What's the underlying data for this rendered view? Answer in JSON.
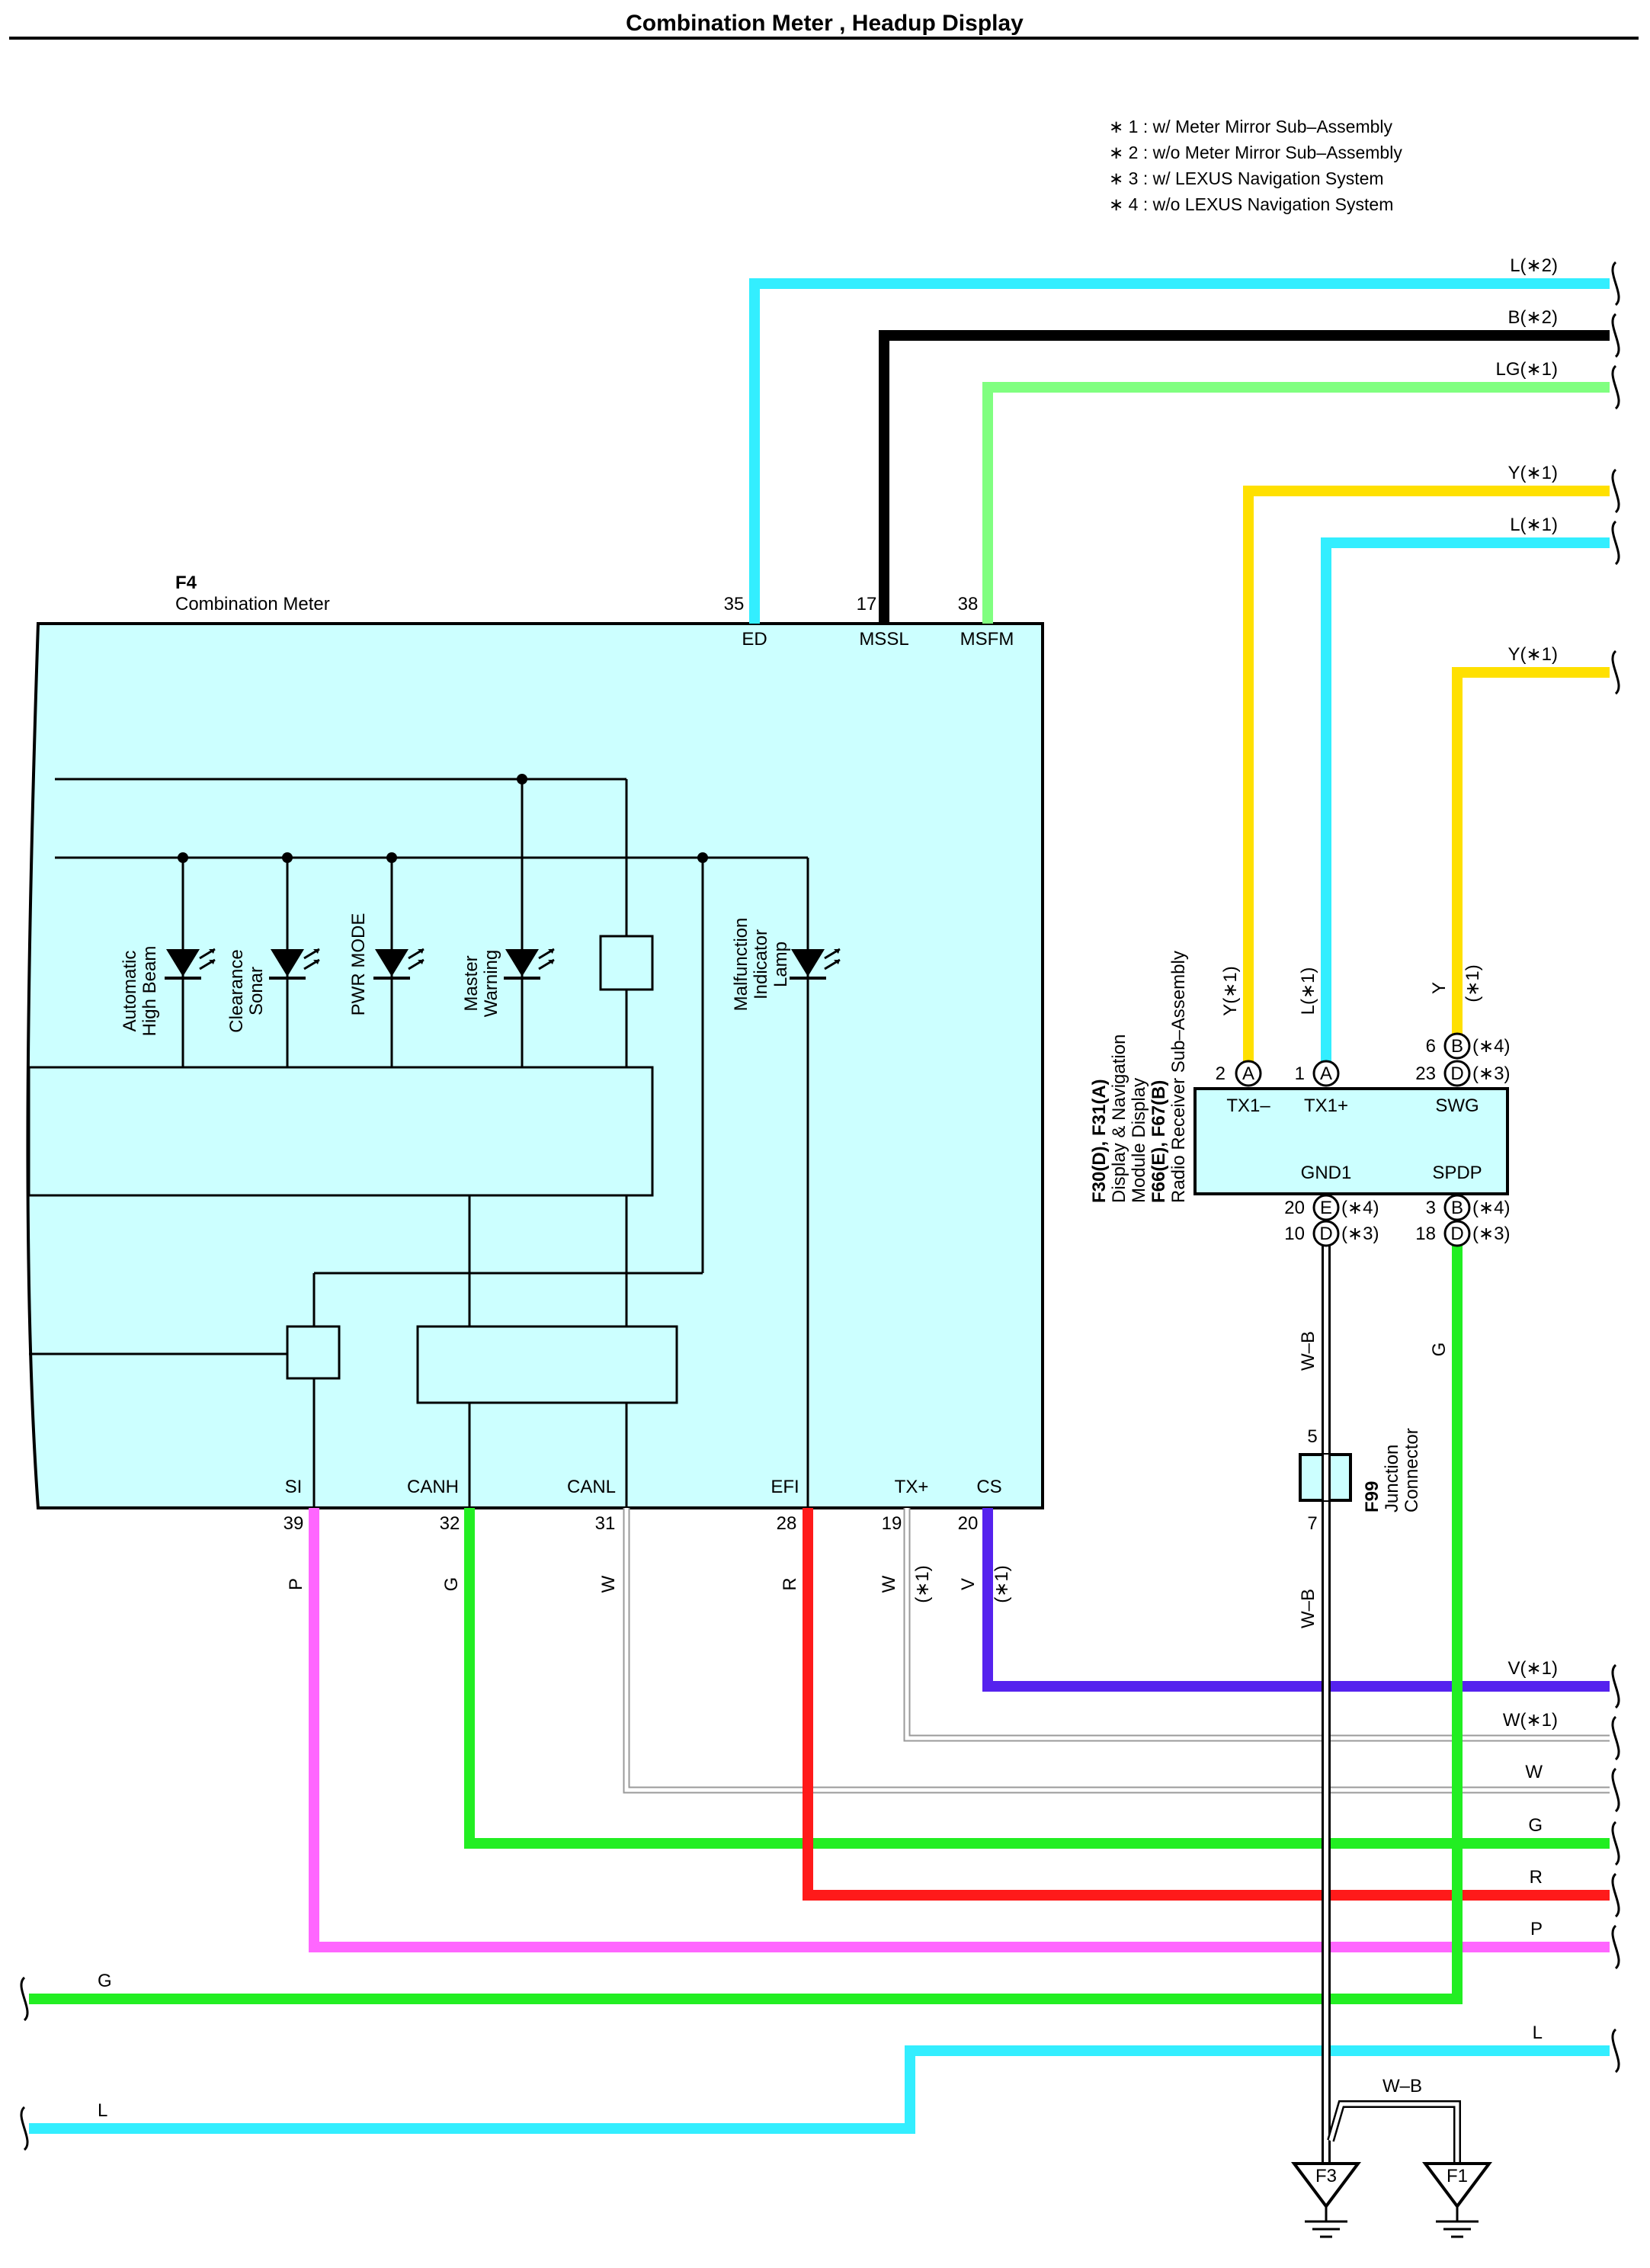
{
  "title": "Combination Meter , Headup Display",
  "notes": [
    "∗ 1 : w/ Meter Mirror Sub–Assembly",
    "∗ 2 : w/o Meter Mirror Sub–Assembly",
    "∗ 3 : w/ LEXUS Navigation System",
    "∗ 4 : w/o LEXUS Navigation System"
  ],
  "colors": {
    "L": "#33eeff",
    "B": "#000000",
    "LG": "#80ff80",
    "Y": "#ffe000",
    "G": "#22ee22",
    "R": "#ff1a1a",
    "P": "#ff66ff",
    "V": "#5522ee",
    "W": "#9a9a9a",
    "meter_fill": "#ccffff"
  },
  "meter": {
    "code": "F4",
    "name": "Combination Meter",
    "top_pins": [
      {
        "num": "35",
        "name": "ED"
      },
      {
        "num": "17",
        "name": "MSSL"
      },
      {
        "num": "38",
        "name": "MSFM"
      }
    ],
    "bottom_pins": [
      {
        "num": "39",
        "name": "SI",
        "wire": "P"
      },
      {
        "num": "32",
        "name": "CANH",
        "wire": "G"
      },
      {
        "num": "31",
        "name": "CANL",
        "wire": "W"
      },
      {
        "num": "28",
        "name": "EFI",
        "wire": "R"
      },
      {
        "num": "19",
        "name": "TX+",
        "wire": "W"
      },
      {
        "num": "20",
        "name": "CS",
        "wire": "V"
      }
    ],
    "lamps": [
      {
        "l1": "Automatic",
        "l2": "High Beam",
        "l3": ""
      },
      {
        "l1": "Clearance",
        "l2": "Sonar",
        "l3": ""
      },
      {
        "l1": "PWR MODE",
        "l2": "",
        "l3": ""
      },
      {
        "l1": "Master",
        "l2": "Warning",
        "l3": ""
      },
      {
        "l1": "Malfunction",
        "l2": "Indicator",
        "l3": "Lamp"
      }
    ]
  },
  "module": {
    "code1": "F30(D), F31(A)",
    "name1": "Display & Navigation",
    "name2": "Module Display",
    "code2": "F66(E), F67(B)",
    "name3": "Radio Receiver Sub–Assembly",
    "pins": {
      "tx1m": {
        "num": "2",
        "conn": "A",
        "name": "TX1–",
        "wire": "Y(∗1)"
      },
      "tx1p": {
        "num": "1",
        "conn": "A",
        "name": "TX1+",
        "wire": "L(∗1)"
      },
      "swg_a": {
        "num": "6",
        "conn": "B",
        "note": "(∗4)"
      },
      "swg_b": {
        "num": "23",
        "conn": "D",
        "note": "(∗3)"
      },
      "swg_name": "SWG",
      "swg_wire": "Y",
      "swg_wire_note": "(∗1)",
      "gnd_name": "GND1",
      "gnd_a": {
        "num": "20",
        "conn": "E",
        "note": "(∗4)"
      },
      "gnd_b": {
        "num": "10",
        "conn": "D",
        "note": "(∗3)"
      },
      "spdp_name": "SPDP",
      "spdp_a": {
        "num": "3",
        "conn": "B",
        "note": "(∗4)"
      },
      "spdp_b": {
        "num": "18",
        "conn": "D",
        "note": "(∗3)"
      }
    }
  },
  "junction": {
    "code": "F99",
    "l1": "Junction",
    "l2": "Connector",
    "pin_top": "5",
    "pin_bottom": "7"
  },
  "wire_labels": {
    "vert_wb_top": "W–B",
    "vert_wb_bottom": "W–B",
    "vert_g": "G",
    "meter_wires": [
      "P",
      "G",
      "W",
      "R",
      "W",
      "V"
    ],
    "tx_note": "(∗1)",
    "cs_note": "(∗1)",
    "wb_ground": "W–B"
  },
  "right_labels": [
    "L(∗2)",
    "B(∗2)",
    "LG(∗1)",
    "Y(∗1)",
    "L(∗1)",
    "Y(∗1)",
    "V(∗1)",
    "W(∗1)",
    "W",
    "G",
    "R",
    "P",
    "L"
  ],
  "left_labels": [
    "G",
    "L"
  ],
  "grounds": [
    "F3",
    "F1"
  ]
}
